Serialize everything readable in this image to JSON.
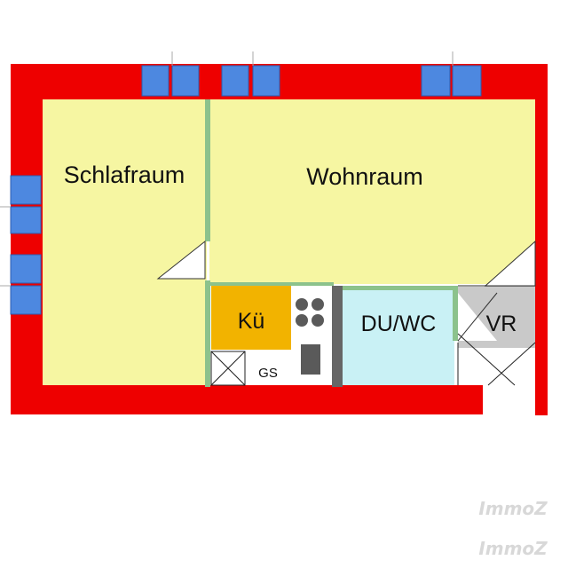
{
  "plan": {
    "rooms": {
      "schlafraum": "Schlafraum",
      "wohnraum": "Wohnraum",
      "kueche": "Kü",
      "dusche_wc": "DU/WC",
      "vorraum": "VR",
      "gs": "GS"
    },
    "colors": {
      "wall": "#ee0000",
      "room": "#f6f6a2",
      "kitchen": "#f2b300",
      "bath": "#c9f1f5",
      "vr": "#c9c9c9",
      "window": "#4d88e0",
      "stove_plate": "#5a5a5a",
      "partition": "#8cc28c",
      "dark_partition": "#666666"
    },
    "watermark": [
      "ImmoZ",
      "ImmoZ"
    ]
  }
}
